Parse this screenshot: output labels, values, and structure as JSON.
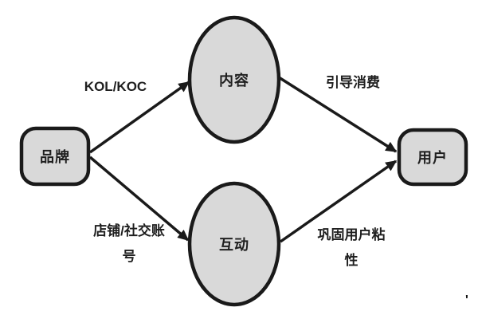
{
  "diagram": {
    "nodes": {
      "brand": {
        "label": "品牌",
        "shape": "rounded-rect"
      },
      "content": {
        "label": "内容",
        "shape": "ellipse"
      },
      "interaction": {
        "label": "互动",
        "shape": "ellipse"
      },
      "user": {
        "label": "用户",
        "shape": "rounded-rect"
      }
    },
    "edges": {
      "brand_to_content": {
        "label": "KOL/KOC"
      },
      "content_to_user": {
        "label": "引导消费"
      },
      "brand_to_interaction": {
        "label": "店铺/社交账号"
      },
      "interaction_to_user": {
        "label": "巩固用户粘性"
      }
    },
    "stray_mark": "'"
  },
  "colors": {
    "background": "#ffffff",
    "node_fill": "#d9d9d9",
    "node_stroke": "#1a1a1a",
    "arrow": "#1a1a1a",
    "text": "#1f1f1f"
  }
}
